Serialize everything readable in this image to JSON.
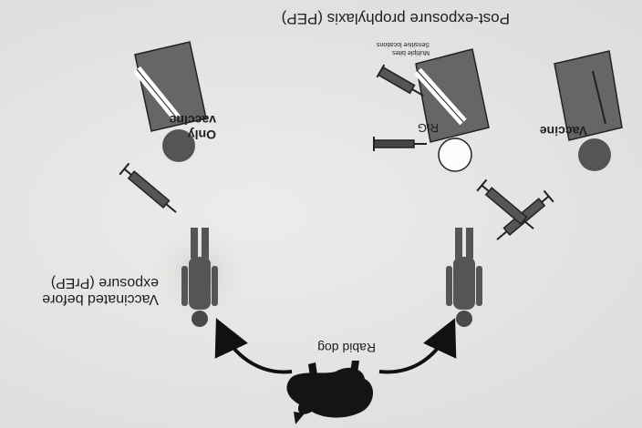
{
  "diagram": {
    "title": "Post-exposure prophylaxis (PEP)",
    "prep_caption": "Vaccinated before exposure (PrEP)",
    "source_label": "Rabid dog",
    "left_treatment": "Only vaccine",
    "right_treatments": {
      "vaccine": "Vaccine",
      "rig": "RIG",
      "note_line1": "Multiple bites",
      "note_line2": "Sensitive locations"
    }
  }
}
